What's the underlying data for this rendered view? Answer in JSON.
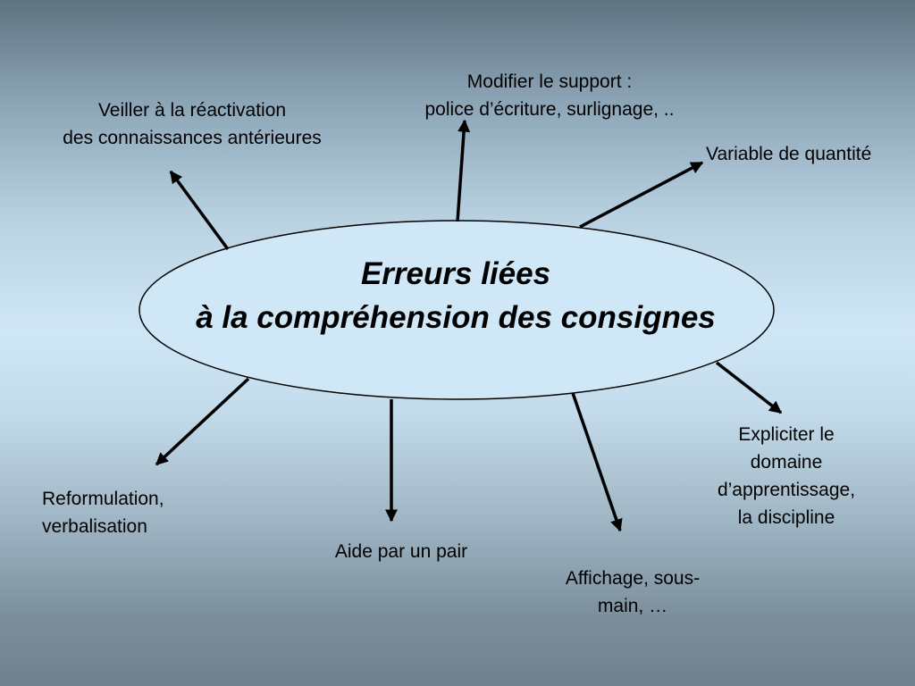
{
  "center": {
    "line1": "Erreurs liées",
    "line2": "à la compréhension des consignes"
  },
  "labels": {
    "reactivation": {
      "line1": "Veiller à la réactivation",
      "line2": "des connaissances antérieures"
    },
    "support": {
      "line1": "Modifier le support :",
      "line2": "police d’écriture, surlignage, .."
    },
    "quantite": {
      "line1": "Variable de quantité"
    },
    "expliciter": {
      "line1": "Expliciter le",
      "line2": "domaine",
      "line3": "d’apprentissage,",
      "line4": "la discipline"
    },
    "reformulation": {
      "line1": "Reformulation,",
      "line2": "verbalisation"
    },
    "pair": {
      "line1": "Aide par un pair"
    },
    "affichage": {
      "line1": "Affichage, sous-",
      "line2": "main, …"
    }
  },
  "colors": {
    "ellipse_fill": "#cfe7f7",
    "stroke": "#000000"
  }
}
